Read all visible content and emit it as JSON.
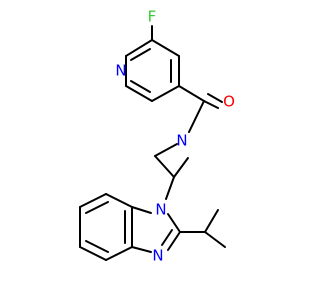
{
  "molecule": {
    "colors": {
      "bond": "#000000",
      "F": "#33cc33",
      "N": "#0000ff",
      "O": "#ff0000"
    },
    "atoms": {
      "fluorine": "F",
      "pyridine_n": "N",
      "carbonyl_o": "O",
      "azetidine_n": "N",
      "benzimidazole_n1": "N",
      "benzimidazole_n3": "N"
    }
  }
}
